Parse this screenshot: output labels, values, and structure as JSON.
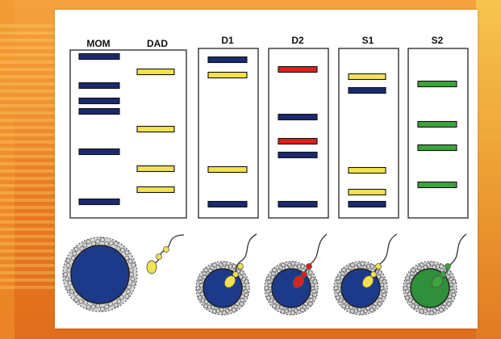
{
  "colors": {
    "blue": "#1b2a6e",
    "yellow": "#f3e24d",
    "red": "#d8231f",
    "green": "#3aa53a",
    "egg_blue": "#1d3a8a",
    "egg_green": "#2f8f3a"
  },
  "lanes": [
    {
      "label": "MOM"
    },
    {
      "label": "DAD"
    },
    {
      "label": "D1"
    },
    {
      "label": "D2"
    },
    {
      "label": "S1"
    },
    {
      "label": "S2"
    }
  ]
}
